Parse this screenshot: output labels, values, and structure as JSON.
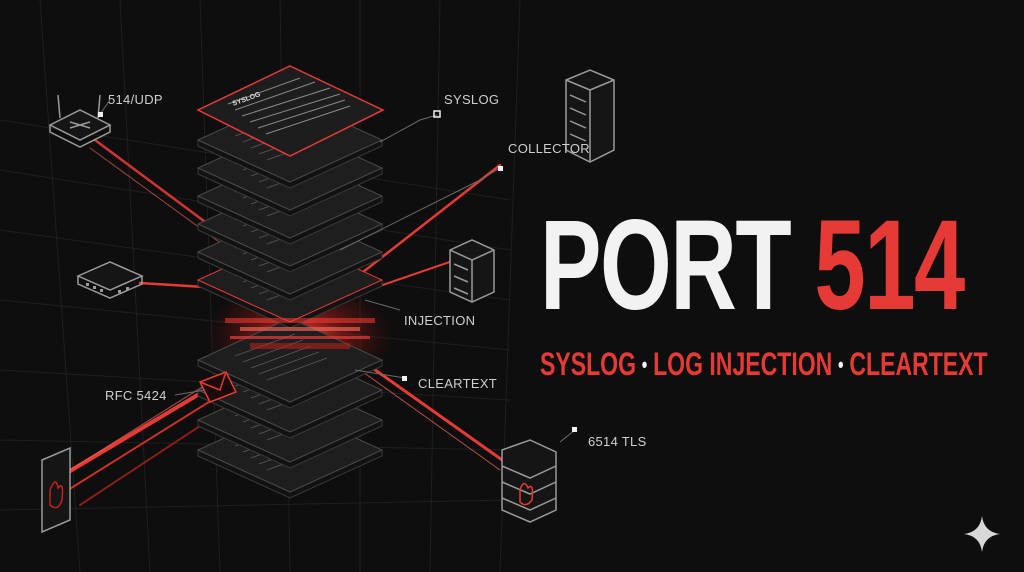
{
  "title": {
    "word": "PORT",
    "number": "514"
  },
  "subtitle": {
    "items": [
      "SYSLOG",
      "LOG INJECTION",
      "CLEARTEXT"
    ],
    "separator": "•"
  },
  "labels": {
    "udp": "514/UDP",
    "syslog": "SYSLOG",
    "collector": "COLLECTOR",
    "injection": "INJECTION",
    "cleartext": "CLEARTEXT",
    "rfc": "RFC 5424",
    "tls": "6514 TLS"
  },
  "log_card_header": "SYSLOG",
  "colors": {
    "accent": "#e63a36",
    "text": "#f2f2f2",
    "background": "#0e0e0e"
  },
  "icons": [
    "router-icon",
    "switch-icon",
    "server-rack-icon",
    "firewall-icon",
    "envelope-icon",
    "sparkle-icon"
  ]
}
